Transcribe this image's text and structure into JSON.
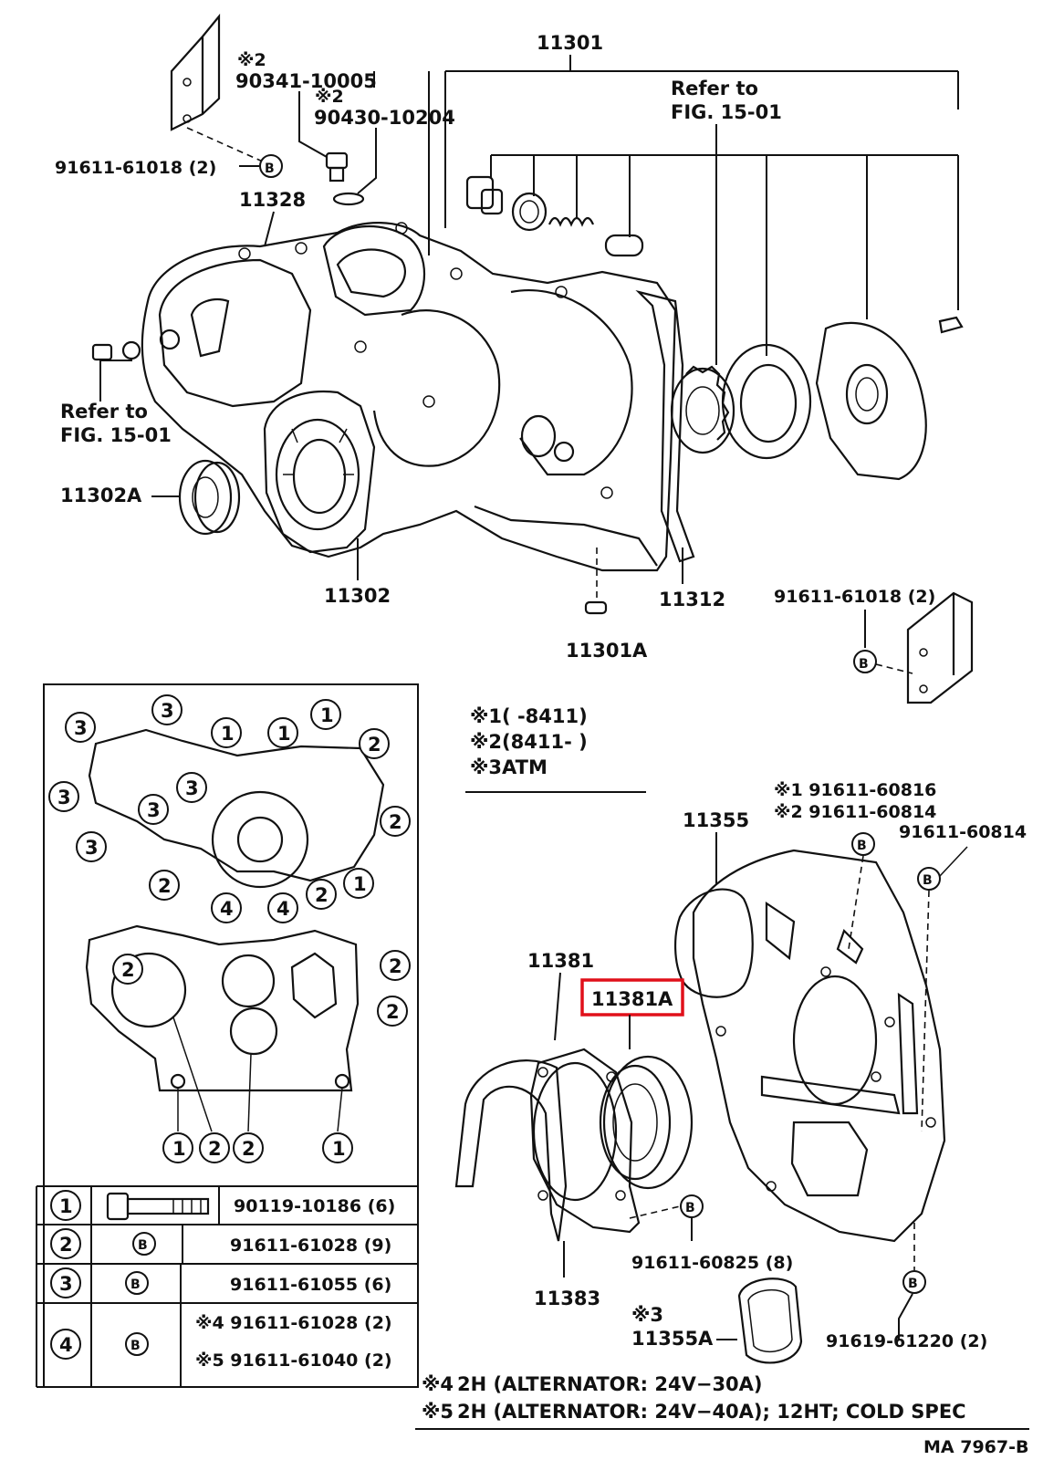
{
  "callouts": {
    "top_assembly": "11301",
    "note2_a": "※2",
    "bolt_a": "90341-10005",
    "note2_b": "※2",
    "gasket_a": "90430-10204",
    "bolt_left": "91611-61018 (2)",
    "cover": "11328",
    "refer_top_1": "Refer to",
    "refer_top_2": "FIG. 15-01",
    "refer_left_1": "Refer to",
    "refer_left_2": "FIG. 15-01",
    "seal": "11302A",
    "timing_cover": "11302",
    "gasket_main": "11312",
    "pin": "11301A",
    "bolt_right": "91611-61018 (2)",
    "end_plate": "11355",
    "note1_c": "※1 91611-60816",
    "note2_c": "※2 91611-60814",
    "bolt_plate_r": "91611-60814",
    "retainer": "11381",
    "oil_seal_highlighted": "11381A",
    "bolt_retainer": "91611-60825 (8)",
    "retainer_gasket": "11383",
    "note3": "※3",
    "plug": "11355A",
    "stud_bolt": "91619-61220 (2)",
    "doc_code": "MA 7967-B"
  },
  "bolt_symbol": "B",
  "notes": [
    {
      "mark": "※1",
      "text": "(       -8411)"
    },
    {
      "mark": "※2",
      "text": "(8411-        )"
    },
    {
      "mark": "※3",
      "text": "ATM"
    }
  ],
  "footnotes": [
    {
      "mark": "※4",
      "text": "2H (ALTERNATOR: 24V−30A)"
    },
    {
      "mark": "※5",
      "text": "2H (ALTERNATOR: 24V−40A); 12HT; COLD SPEC"
    }
  ],
  "bolt_map_numbers": {
    "n1": "1",
    "n2": "2",
    "n3": "3",
    "n4": "4"
  },
  "bolt_table": [
    {
      "key": "1",
      "part": "90119-10186 (6)"
    },
    {
      "key": "2",
      "part": "91611-61028 (9)"
    },
    {
      "key": "3",
      "part": "91611-61055 (6)"
    },
    {
      "key": "4",
      "part_a": "※4 91611-61028 (2)",
      "part_b": "※5 91611-61040 (2)"
    }
  ],
  "highlight_color": "#e0101a"
}
